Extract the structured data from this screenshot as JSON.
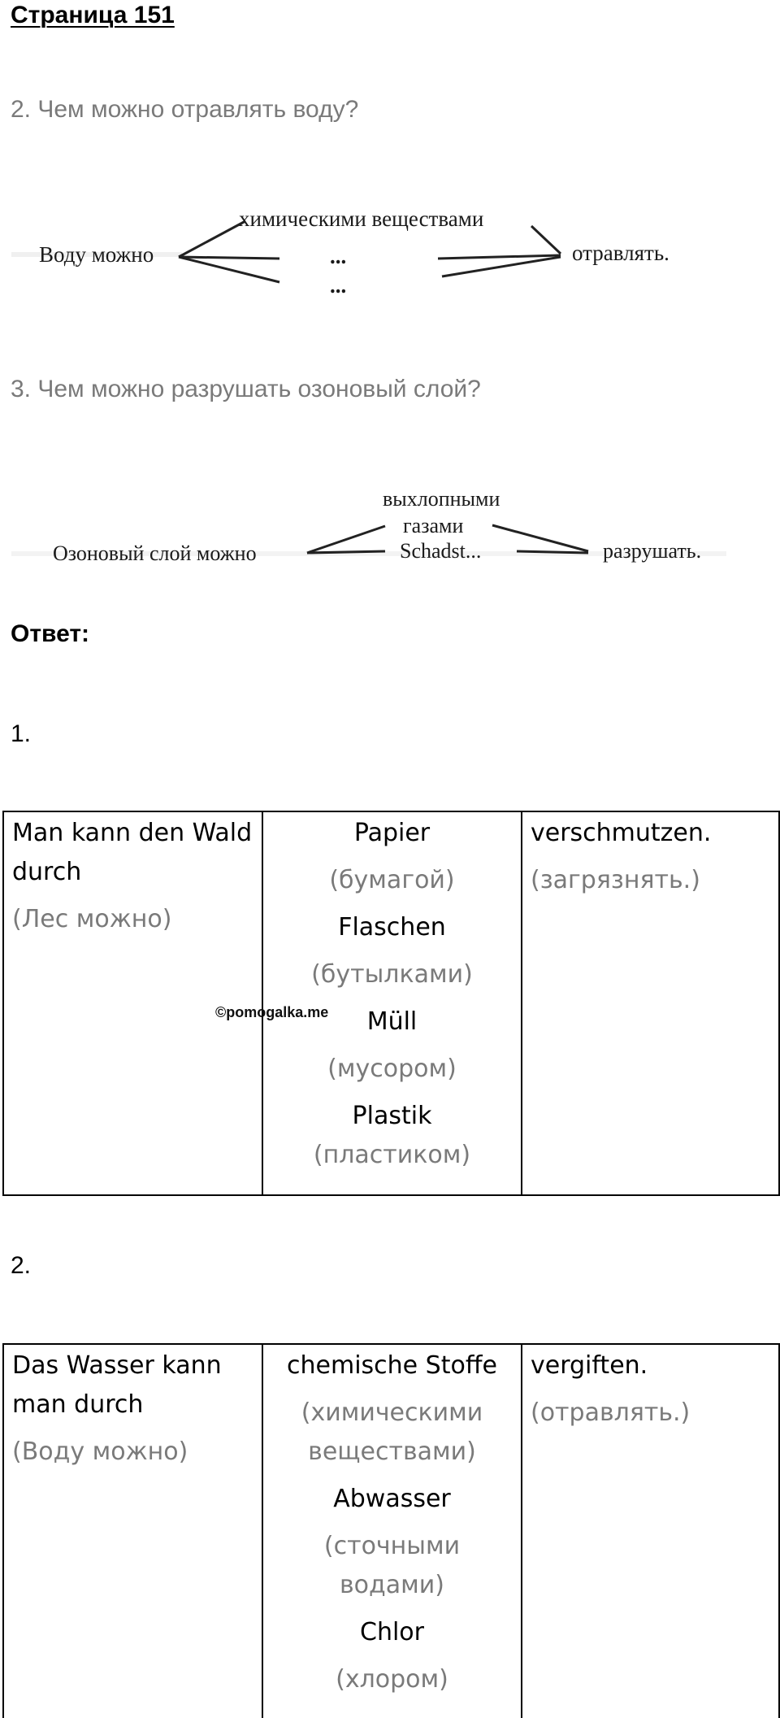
{
  "page": {
    "heading": "Страница 151",
    "question2": "2. Чем можно отравлять воду?",
    "question3": "3. Чем можно разрушать озоновый слой?",
    "answer_label": "Ответ:",
    "answer1_num": "1.",
    "answer2_num": "2.",
    "watermark": "©pomogalka.me"
  },
  "diagram_water": {
    "left": "Воду можно",
    "top": "химическими веществами",
    "dots1": "...",
    "dots2": "...",
    "right": "отравлять."
  },
  "diagram_ozone": {
    "left": "Озоновый слой можно",
    "top1": "выхлопными",
    "top2": "газами",
    "middle": "Schadst...",
    "right": "разрушать."
  },
  "table1": {
    "left_de": "Man kann den Wald durch",
    "left_ru": "(Лес можно)",
    "items": [
      {
        "de": "Papier",
        "ru": "(бумагой)"
      },
      {
        "de": "Flaschen",
        "ru": "(бутылками)"
      },
      {
        "de": "Müll",
        "ru": "(мусором)"
      },
      {
        "de": "Plastik",
        "ru": "(пластиком)"
      }
    ],
    "right_de": "verschmutzen.",
    "right_ru": "(загрязнять.)"
  },
  "table2": {
    "left_de": "Das Wasser kann man durch",
    "left_ru": "(Воду можно)",
    "items": [
      {
        "de": "chemische Stoffe",
        "ru": "(химическими веществами)"
      },
      {
        "de": "Abwasser",
        "ru": "(сточными водами)"
      },
      {
        "de": "Chlor",
        "ru": "(хлором)"
      }
    ],
    "right_de": "vergiften.",
    "right_ru": "(отравлять.)"
  }
}
